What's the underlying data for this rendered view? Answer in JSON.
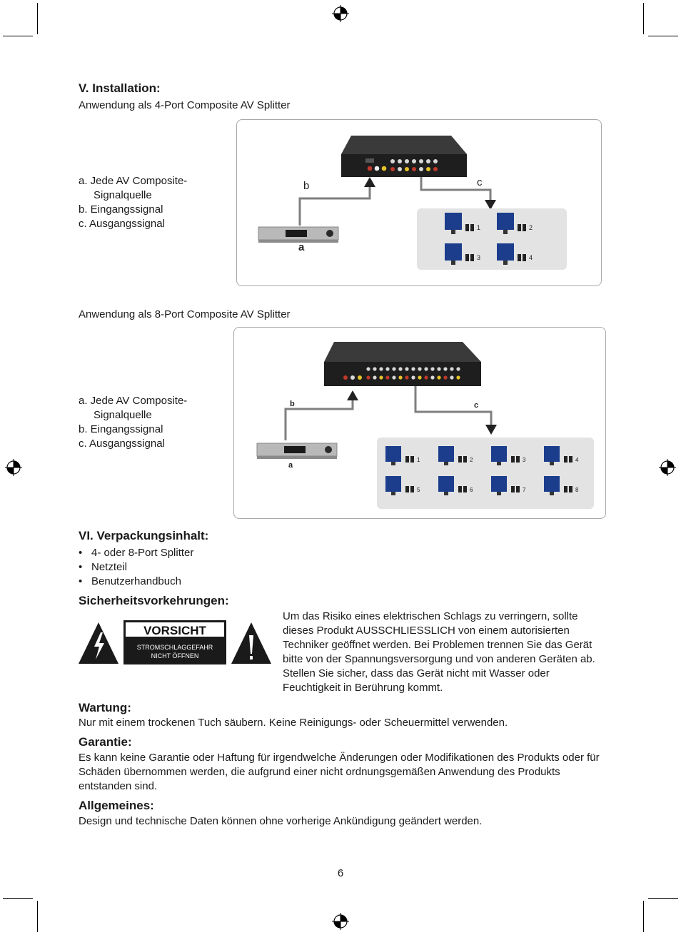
{
  "installation": {
    "heading": "V. Installation:",
    "app4_caption": "Anwendung als 4-Port Composite AV Splitter",
    "app8_caption": "Anwendung als 8-Port Composite AV Splitter",
    "legend": {
      "a_line1": "a. Jede AV Composite-",
      "a_line2": "Signalquelle",
      "b": "b. Eingangssignal",
      "c": "c. Ausgangssignal"
    },
    "diagram_labels": {
      "a": "a",
      "b": "b",
      "c": "c"
    },
    "monitors4": [
      "1",
      "2",
      "3",
      "4"
    ],
    "monitors8": [
      "1",
      "2",
      "3",
      "4",
      "5",
      "6",
      "7",
      "8"
    ]
  },
  "package": {
    "heading": "VI. Verpackungsinhalt:",
    "items": [
      "4- oder 8-Port Splitter",
      "Netzteil",
      "Benutzerhandbuch"
    ]
  },
  "safety": {
    "heading": "Sicherheitsvorkehrungen:",
    "warning_title": "VORSICHT",
    "warning_line1": "STROMSCHLAGGEFAHR",
    "warning_line2": "NICHT ÖFFNEN",
    "text": "Um das Risiko eines elektrischen Schlags zu verringern, sollte dieses Produkt AUSSCHLIESSLICH von einem autorisierten Techniker geöffnet werden. Bei Problemen trennen Sie das Gerät bitte von der Spannungsversorgung und von anderen Geräten ab. Stellen Sie sicher, dass das Gerät nicht mit Wasser oder Feuchtigkeit in Berührung kommt."
  },
  "maintenance": {
    "heading": "Wartung:",
    "text": "Nur mit einem trockenen Tuch säubern. Keine Reinigungs- oder Scheuermittel verwenden."
  },
  "warranty": {
    "heading": "Garantie:",
    "text": "Es kann keine Garantie oder Haftung für irgendwelche Änderungen oder Modifikationen des Produkts oder für Schäden übernommen werden, die aufgrund einer nicht ordnungsgemäßen Anwendung des Produkts entstanden sind."
  },
  "general": {
    "heading": "Allgemeines:",
    "text": "Design und technische Daten können ohne vorherige Ankündigung geändert werden."
  },
  "page_number": "6"
}
